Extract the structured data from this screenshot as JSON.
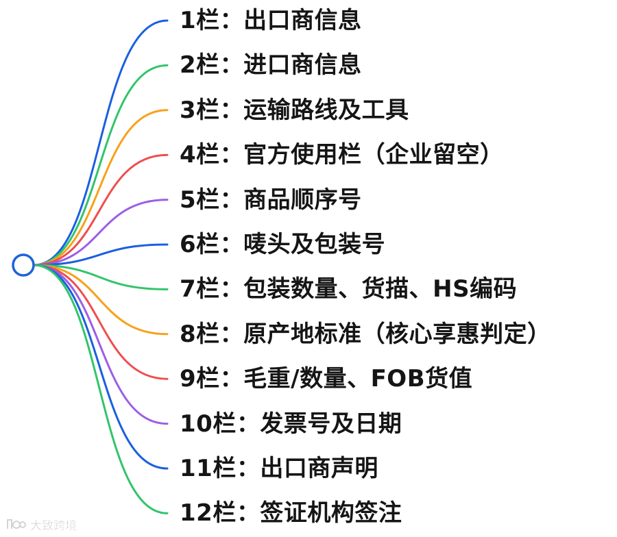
{
  "root": {
    "color": "#1f63d8"
  },
  "items": [
    {
      "text": "1栏：出口商信息",
      "color": "#1a5fe0"
    },
    {
      "text": "2栏：进口商信息",
      "color": "#31c46a"
    },
    {
      "text": "3栏：运输路线及工具",
      "color": "#f7a11a"
    },
    {
      "text": "4栏：官方使用栏（企业留空）",
      "color": "#ef4d4d"
    },
    {
      "text": "5栏：商品顺序号",
      "color": "#9b5ee6"
    },
    {
      "text": "6栏：唛头及包装号",
      "color": "#1a5fe0"
    },
    {
      "text": "7栏：包装数量、货描、HS编码",
      "color": "#31c46a"
    },
    {
      "text": "8栏：原产地标准（核心享惠判定）",
      "color": "#f7a11a"
    },
    {
      "text": "9栏：毛重/数量、FOB货值",
      "color": "#ef4d4d"
    },
    {
      "text": "10栏：发票号及日期",
      "color": "#9b5ee6"
    },
    {
      "text": "11栏：出口商声明",
      "color": "#1a5fe0"
    },
    {
      "text": "12栏：签证机构签注",
      "color": "#31c46a"
    }
  ],
  "watermark": {
    "text": "大致跨境"
  }
}
